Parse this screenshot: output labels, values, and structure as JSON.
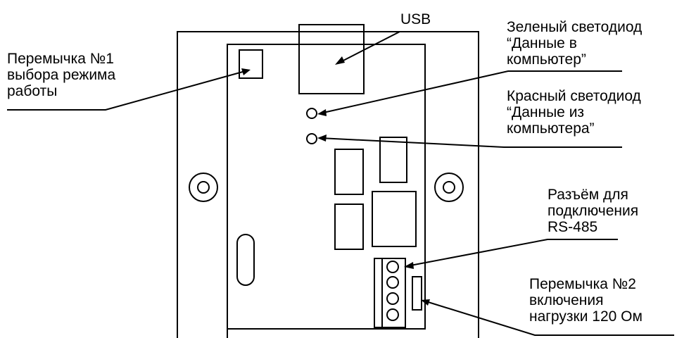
{
  "diagram": {
    "stroke_color": "#000000",
    "background": "#ffffff",
    "labels": {
      "usb": [
        "USB"
      ],
      "green_led": [
        "Зеленый светодиод",
        "“Данные в",
        "компьютер”"
      ],
      "red_led": [
        "Красный светодиод",
        "“Данные из",
        "компьютера”"
      ],
      "jumper1": [
        "Перемычка №1",
        "выбора режима",
        "работы"
      ],
      "connector": [
        "Разъём для",
        "подключения",
        "RS-485"
      ],
      "jumper2": [
        "Перемычка №2",
        "включения",
        "нагрузки 120 Ом"
      ]
    }
  }
}
